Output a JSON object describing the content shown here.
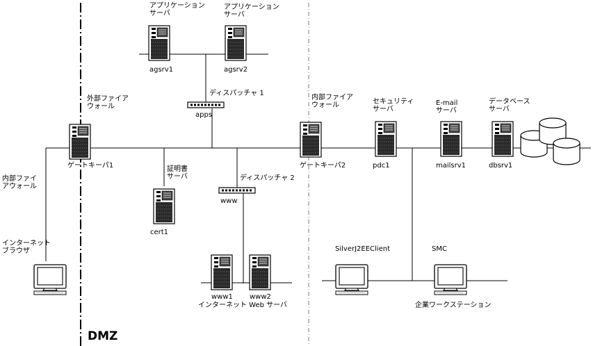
{
  "zone": {
    "dmz_label": "DMZ"
  },
  "servers": {
    "agsrv1": {
      "role": "アプリケーション\nサーバ",
      "name": "agsrv1"
    },
    "agsrv2": {
      "role": "アプリケーション\nサーバ",
      "name": "agsrv2"
    },
    "gk1": {
      "role": "外部ファイア\nウォール",
      "name": "ゲートキーパ1"
    },
    "gk2": {
      "role": "内部ファイア\nウォール",
      "name": "ゲートキーパ2"
    },
    "cert1": {
      "role": "証明書\nサーバ",
      "name": "cert1"
    },
    "pdc1": {
      "role": "セキュリティ\nサーバ",
      "name": "pdc1"
    },
    "mailsrv1": {
      "role": "E-mail\nサーバ",
      "name": "mailsrv1"
    },
    "dbsrv1": {
      "role": "データベース\nサーバ",
      "name": "dbsrv1"
    },
    "www1": {
      "name": "www1"
    },
    "www2": {
      "name": "www2"
    },
    "web_group": "インターネット Web サーバ"
  },
  "dispatchers": {
    "apps": {
      "title": "ディスパッチャ 1",
      "name": "apps"
    },
    "www": {
      "title": "ディスパッチャ 2",
      "name": "www"
    }
  },
  "clients": {
    "browser": {
      "firewall_note": "内部ファイ\nアウォール",
      "label": "インターネット\nブラウザ"
    },
    "silver": {
      "label": "SilverJ2EEClient"
    },
    "smc": {
      "label": "SMC",
      "group": "企業ワークステーション"
    }
  }
}
